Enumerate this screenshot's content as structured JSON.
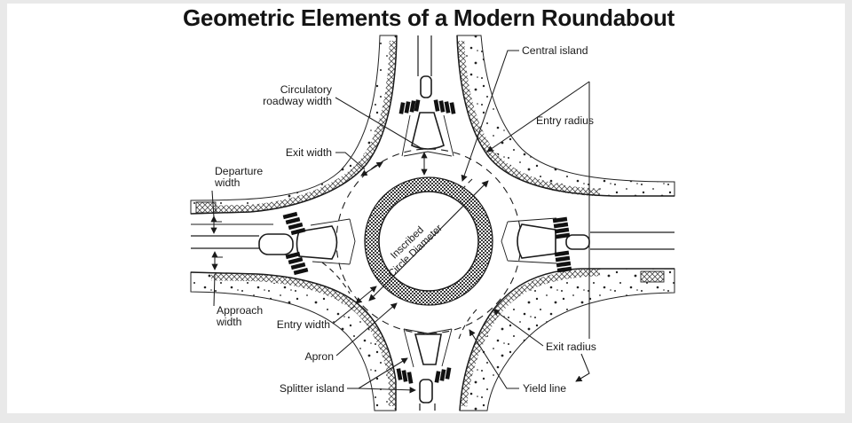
{
  "page": {
    "background": "#e9e9e9",
    "canvas": "#ffffff",
    "ink": "#1a1a1a"
  },
  "title": "Geometric Elements of a Modern Roundabout",
  "figure": {
    "type": "engineering-diagram",
    "subject": "modern roundabout plan view",
    "labels": {
      "central_island": "Central island",
      "circulatory_roadway_width": [
        "Circulatory",
        "roadway width"
      ],
      "exit_width": "Exit width",
      "departure_width": [
        "Departure",
        "width"
      ],
      "approach_width": [
        "Approach",
        "width"
      ],
      "entry_width": "Entry width",
      "apron": "Apron",
      "splitter_island": "Splitter island",
      "entry_radius": "Entry radius",
      "exit_radius": "Exit radius",
      "yield_line": "Yield line",
      "inscribed_circle_diameter": [
        "Inscribed",
        "Circle Diameter"
      ]
    }
  }
}
